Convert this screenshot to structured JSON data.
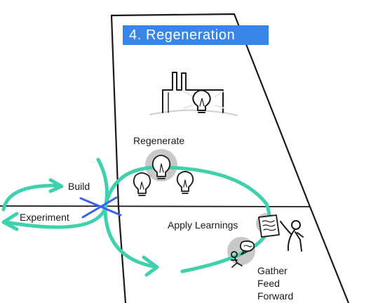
{
  "title": "4. Regeneration",
  "labels": {
    "build": "Build",
    "experiment": "Experiment",
    "regenerate": "Regenerate",
    "apply_learnings": "Apply Learnings",
    "gather_feed_forward": [
      "Gather",
      "Feed",
      "Forward"
    ]
  },
  "colors": {
    "title_bg": "#3a86e8",
    "loop": "#3fd1ad",
    "cross": "#3b63e8",
    "highlight": "#c8c8c8",
    "ink": "#1a1a1a"
  },
  "icons": [
    "factory-icon",
    "lightbulb-icon",
    "document-icon",
    "person-icon",
    "speech-bubble-icon"
  ]
}
